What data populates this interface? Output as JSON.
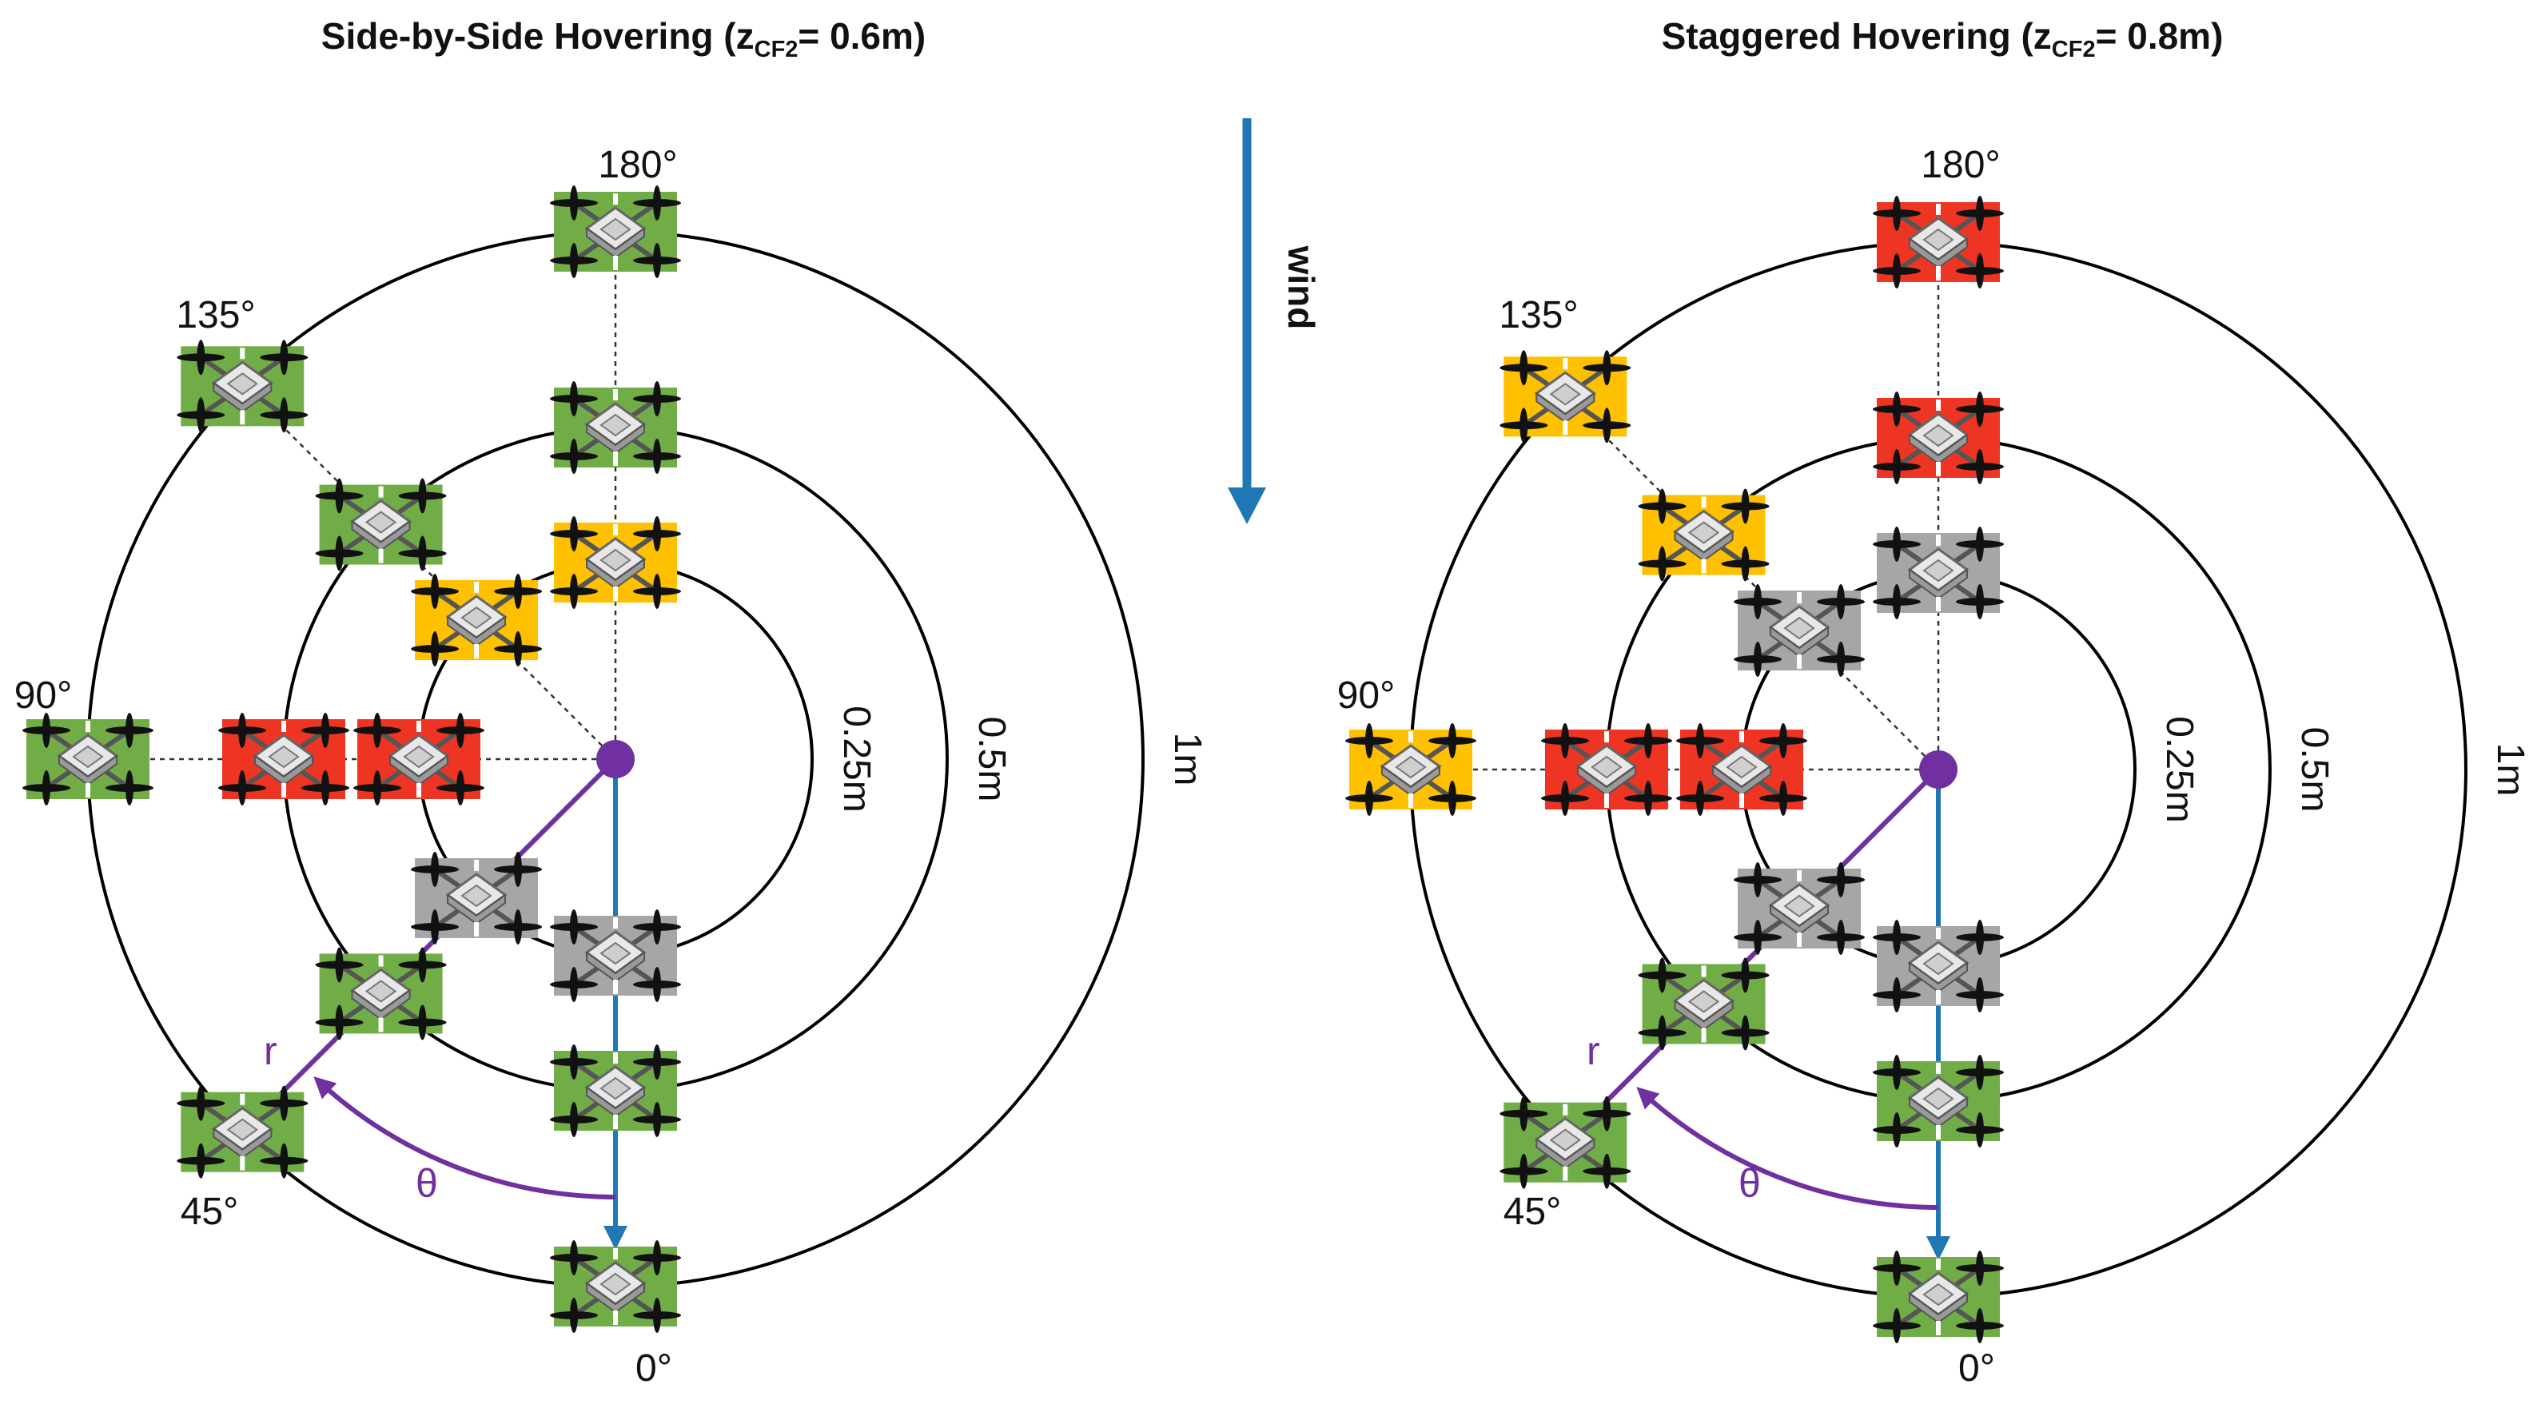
{
  "colors": {
    "green": "#70ad47",
    "yellow": "#ffc000",
    "red": "#ee3524",
    "gray": "#a6a6a6",
    "blue": "#1f77b4",
    "purple": "#7030a0"
  },
  "wind_label": "wind",
  "panels": [
    {
      "title_main": "Side-by-Side Hovering (z",
      "title_sub": "CF2",
      "title_tail": "= 0.6m)",
      "ring_labels": [
        "0.25m",
        "0.5m",
        "1m"
      ],
      "angle_labels": [
        "180°",
        "135°",
        "90°",
        "45°",
        "0°"
      ],
      "radius_label": "r",
      "theta_label": "θ",
      "drones": [
        {
          "angle": 180,
          "ring": 3,
          "status": "green"
        },
        {
          "angle": 180,
          "ring": 2,
          "status": "green"
        },
        {
          "angle": 180,
          "ring": 1,
          "status": "yellow"
        },
        {
          "angle": 135,
          "ring": 3,
          "status": "green"
        },
        {
          "angle": 135,
          "ring": 2,
          "status": "green"
        },
        {
          "angle": 135,
          "ring": 1,
          "status": "yellow"
        },
        {
          "angle": 90,
          "ring": 3,
          "status": "green"
        },
        {
          "angle": 90,
          "ring": 2,
          "status": "red"
        },
        {
          "angle": 90,
          "ring": 1,
          "status": "red"
        },
        {
          "angle": 45,
          "ring": 3,
          "status": "green"
        },
        {
          "angle": 45,
          "ring": 2,
          "status": "green"
        },
        {
          "angle": 45,
          "ring": 1,
          "status": "gray"
        },
        {
          "angle": 0,
          "ring": 3,
          "status": "green"
        },
        {
          "angle": 0,
          "ring": 2,
          "status": "green"
        },
        {
          "angle": 0,
          "ring": 1,
          "status": "gray"
        }
      ]
    },
    {
      "title_main": "Staggered Hovering (z",
      "title_sub": "CF2",
      "title_tail": "= 0.8m)",
      "ring_labels": [
        "0.25m",
        "0.5m",
        "1m"
      ],
      "angle_labels": [
        "180°",
        "135°",
        "90°",
        "45°",
        "0°"
      ],
      "radius_label": "r",
      "theta_label": "θ",
      "drones": [
        {
          "angle": 180,
          "ring": 3,
          "status": "red"
        },
        {
          "angle": 180,
          "ring": 2,
          "status": "red"
        },
        {
          "angle": 180,
          "ring": 1,
          "status": "gray"
        },
        {
          "angle": 135,
          "ring": 3,
          "status": "yellow"
        },
        {
          "angle": 135,
          "ring": 2,
          "status": "yellow"
        },
        {
          "angle": 135,
          "ring": 1,
          "status": "gray"
        },
        {
          "angle": 90,
          "ring": 3,
          "status": "yellow"
        },
        {
          "angle": 90,
          "ring": 2,
          "status": "red"
        },
        {
          "angle": 90,
          "ring": 1,
          "status": "red"
        },
        {
          "angle": 45,
          "ring": 3,
          "status": "green"
        },
        {
          "angle": 45,
          "ring": 2,
          "status": "green"
        },
        {
          "angle": 45,
          "ring": 1,
          "status": "gray"
        },
        {
          "angle": 0,
          "ring": 3,
          "status": "green"
        },
        {
          "angle": 0,
          "ring": 2,
          "status": "green"
        },
        {
          "angle": 0,
          "ring": 1,
          "status": "gray"
        }
      ]
    }
  ]
}
